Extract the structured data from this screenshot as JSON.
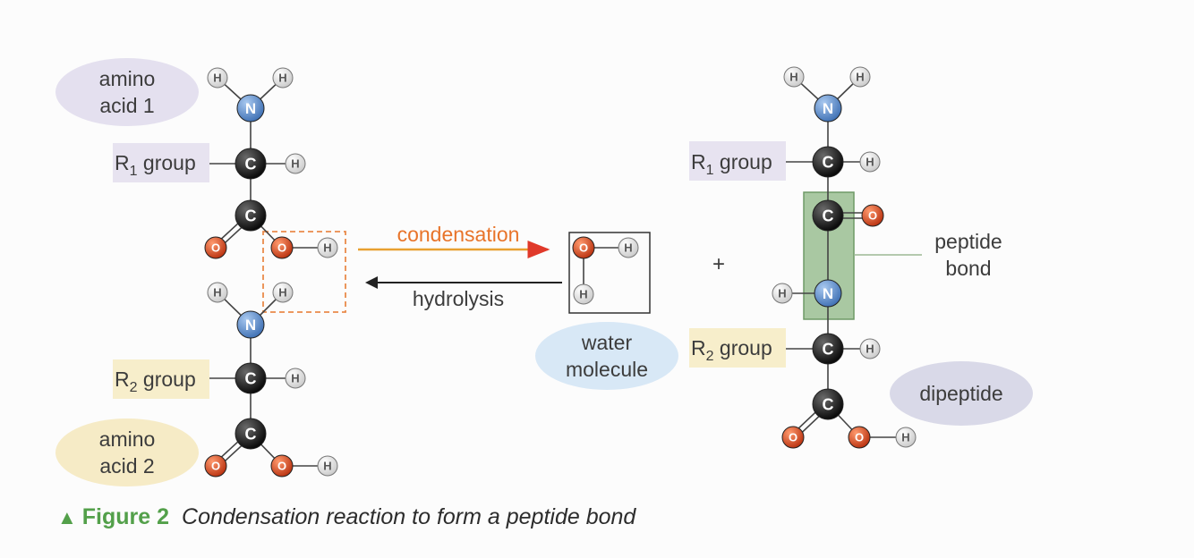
{
  "labels": {
    "amino_acid_1": [
      "amino",
      "acid 1"
    ],
    "amino_acid_2": [
      "amino",
      "acid 2"
    ],
    "r1_group": {
      "prefix": "R",
      "sub": "1",
      "suffix": " group"
    },
    "r2_group": {
      "prefix": "R",
      "sub": "2",
      "suffix": " group"
    },
    "condensation": "condensation",
    "hydrolysis": "hydrolysis",
    "water_molecule": [
      "water",
      "molecule"
    ],
    "plus": "+",
    "peptide_bond": [
      "peptide",
      "bond"
    ],
    "dipeptide": "dipeptide"
  },
  "atoms": {
    "H": "H",
    "N": "N",
    "C": "C",
    "O": "O"
  },
  "caption": {
    "marker": "▲",
    "figure": "Figure 2",
    "text": "Condensation reaction to form a peptide bond"
  },
  "colors": {
    "hydrogen": "#f2f2f2",
    "nitrogen": "#5a8fd0",
    "carbon": "#111111",
    "oxygen": "#d9421c",
    "aa1_bubble": "#e4e0ef",
    "aa2_bubble": "#f6ebc6",
    "water_bubble": "#d8e8f6",
    "dipeptide_bubble": "#d9d9e8",
    "r1_box": "#e7e3f0",
    "r2_box": "#f7eecb",
    "peptide_box": "#a9c8a2",
    "condensation_text": "#e8742a",
    "figure_green": "#53a04a"
  }
}
